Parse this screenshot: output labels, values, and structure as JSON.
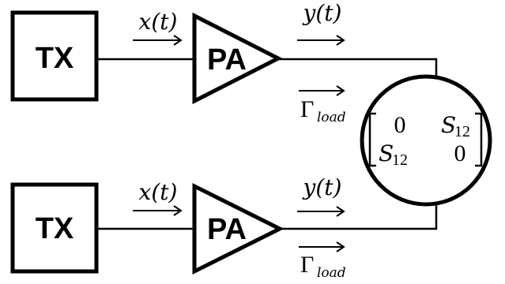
{
  "blocks": {
    "tx_label": "TX",
    "pa_label": "PA"
  },
  "signals": {
    "input_symbol": "x(t)",
    "output_symbol": "y(t)",
    "gamma_symbol": "Γ",
    "gamma_subscript": "load"
  },
  "matrix": {
    "r1c1": "0",
    "r1c2_base": "S",
    "r1c2_sub": "12",
    "r2c1_base": "S",
    "r2c1_sub": "12",
    "r2c2": "0"
  },
  "colors": {
    "stroke": "#000000",
    "background": "#ffffff"
  }
}
